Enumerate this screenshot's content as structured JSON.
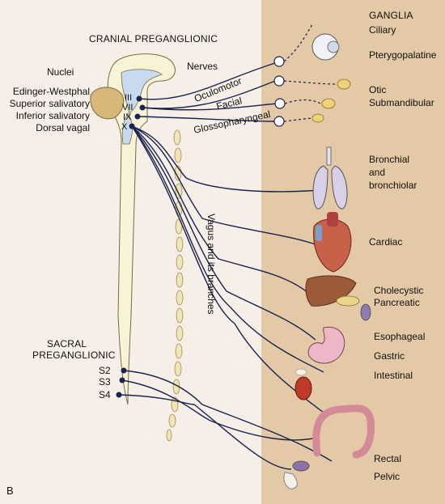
{
  "figure_letter": "B",
  "headings": {
    "cranial": "CRANIAL PREGANGLIONIC",
    "sacral_line1": "SACRAL",
    "sacral_line2": "PREGANGLIONIC",
    "nuclei": "Nuclei",
    "nerves": "Nerves",
    "ganglia": "GANGLIA"
  },
  "nuclei": [
    "Edinger-Westphal",
    "Superior salivatory",
    "Inferior salivatory",
    "Dorsal vagal"
  ],
  "cranial_numerals": [
    "III",
    "VII",
    "IX",
    "X"
  ],
  "sacral_segments": [
    "S2",
    "S3",
    "S4"
  ],
  "nerves": {
    "oculomotor": "Oculomotor",
    "facial": "Facial",
    "glossopharyngeal": "Glossopharyngeal",
    "vagus": "Vagus and its branches"
  },
  "ganglia": [
    "Ciliary",
    "Pterygopalatine",
    "Otic",
    "Submandibular"
  ],
  "organs": [
    "Bronchial",
    "and",
    "bronchiolar",
    "Cardiac",
    "Cholecystic",
    "Pancreatic",
    "Esophageal",
    "Gastric",
    "Intestinal",
    "Rectal",
    "Pelvic"
  ],
  "colors": {
    "nerve": "#1a2350",
    "right_panel": "#e3c9a6",
    "left_panel": "#f5efe8",
    "cord": "#f8f2d6",
    "nucleus_mass": "#d9b77a",
    "brainstem": "#c7daf0"
  }
}
